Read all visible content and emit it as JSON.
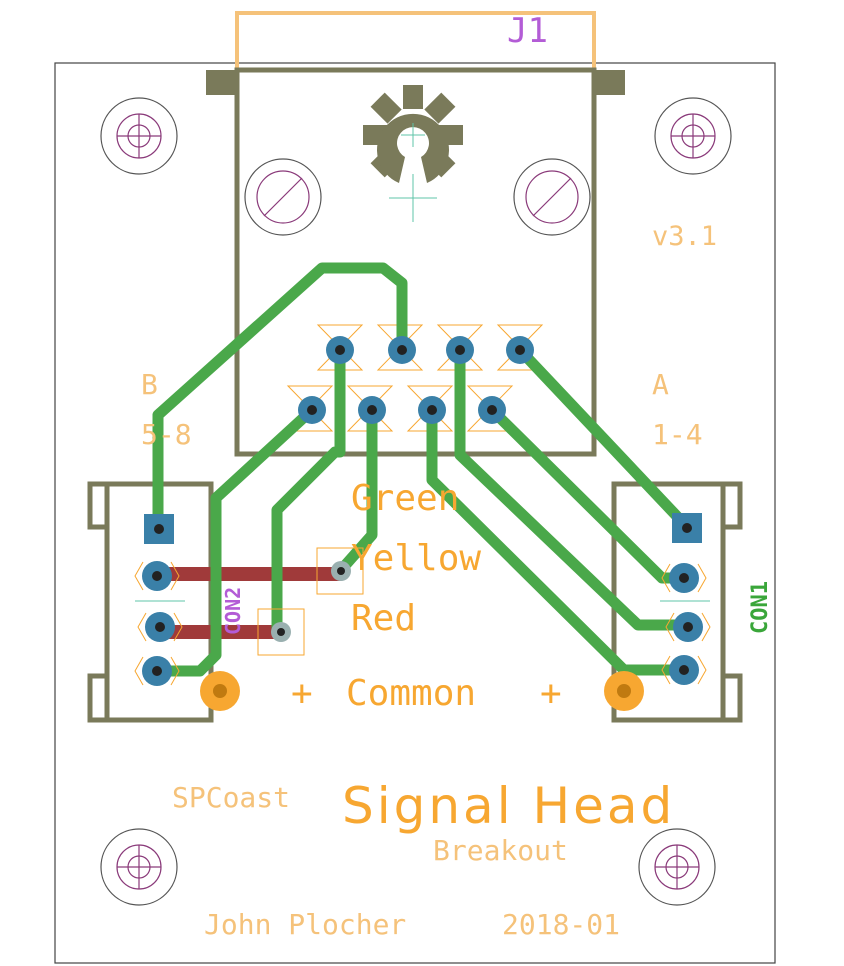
{
  "board": {
    "connector_ref": "J1",
    "version": "v3.1",
    "side_b_letter": "B",
    "side_b_range": "5-8",
    "side_a_letter": "A",
    "side_a_range": "1-4",
    "label_green": "Green",
    "label_yellow": "Yellow",
    "label_red": "Red",
    "label_plus_left": "+",
    "label_common": "Common",
    "label_plus_right": "+",
    "con2_ref": "CON2",
    "con1_ref": "CON1",
    "brand": "SPCoast",
    "title": "Signal Head",
    "subtitle": "Breakout",
    "author": "John Plocher",
    "date": "2018-01"
  },
  "colors": {
    "board_outline": "#7a7a5a",
    "top_copper": "#4aa84a",
    "bottom_copper": "#a03a3a",
    "pad": "#3a80a8",
    "silkscreen": "#f7a731",
    "keepout_light": "#f5c27a",
    "drill_mark": "#8a3a7a",
    "name_label_purple": "#b35cd6",
    "name_label_green": "#3aa63a"
  }
}
